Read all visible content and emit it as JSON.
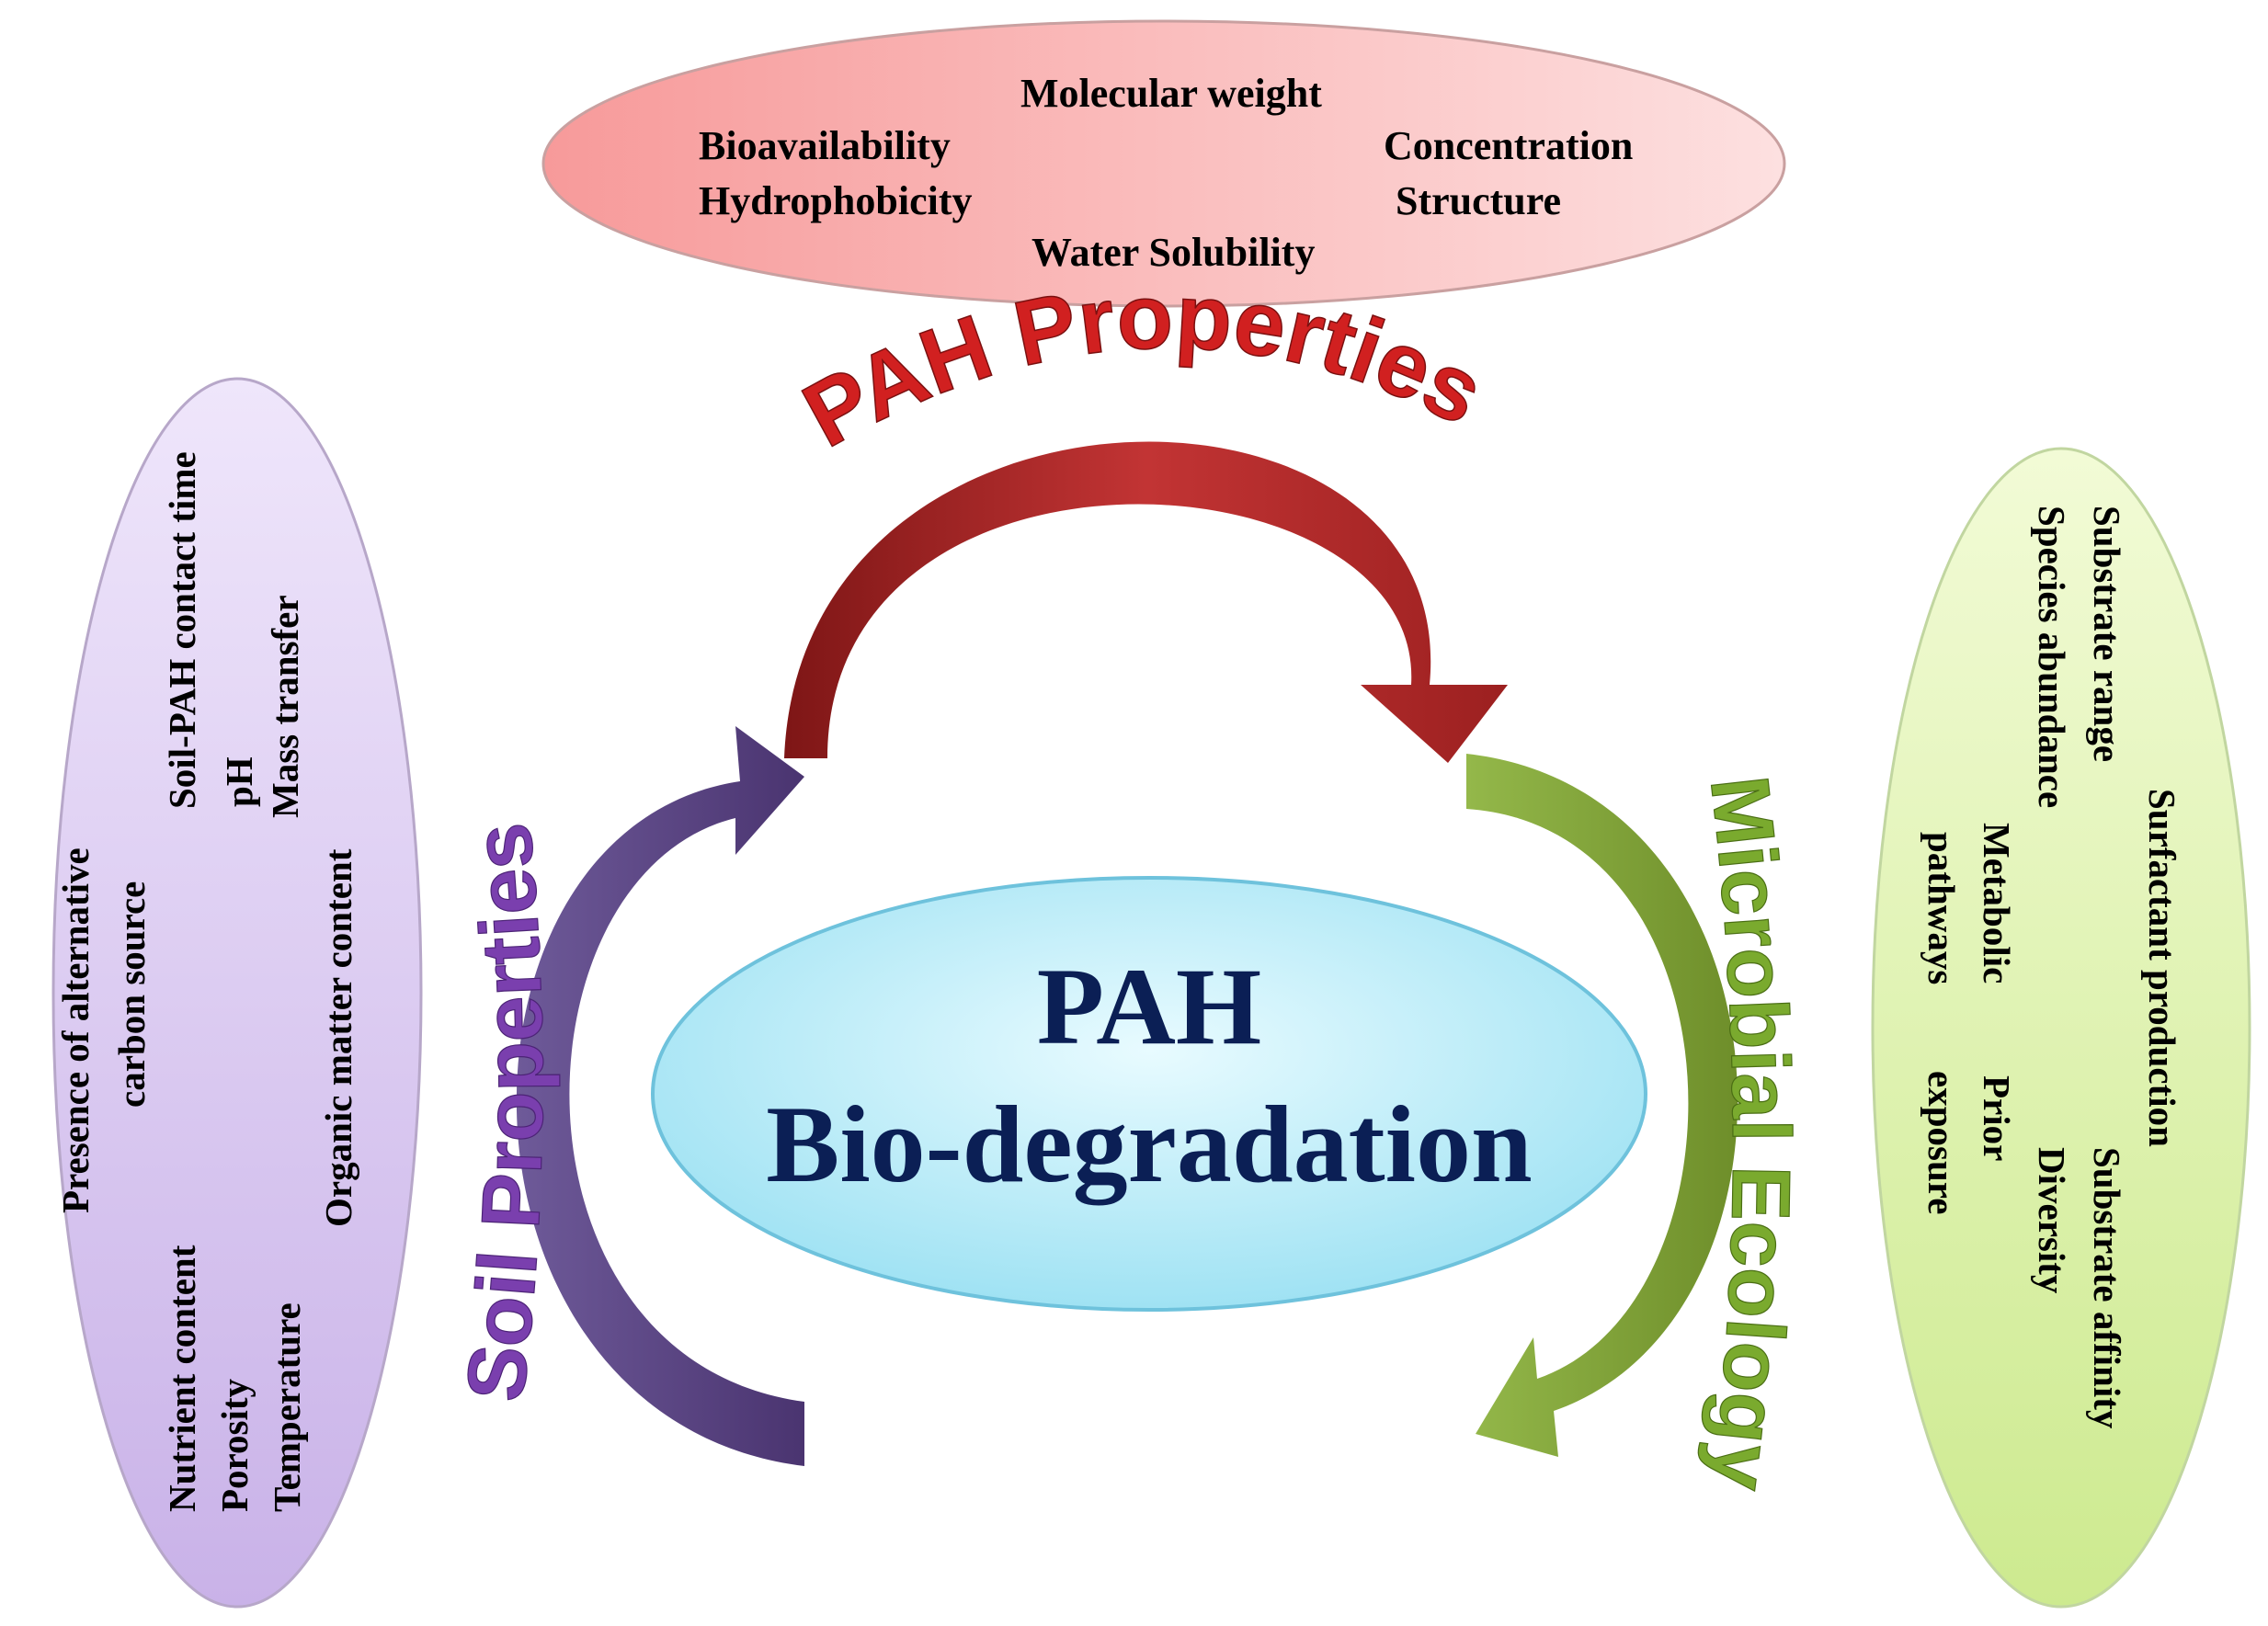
{
  "center": {
    "line1": "PAH",
    "line2": "Bio-degradation",
    "fill_color": "#bfeefa",
    "text_color": "#0b1f55"
  },
  "pah_properties": {
    "title": "PAH Properties",
    "title_color": "#d12020",
    "arrow_color": "#b42a2a",
    "ellipse_color": "#f9b5b5",
    "items": [
      "Molecular weight",
      "Bioavailability",
      "Concentration",
      "Hydrophobicity",
      "Structure",
      "Water Solubility"
    ]
  },
  "soil_properties": {
    "title": "Soil Properties",
    "title_color": "#7a3fae",
    "arrow_color": "#5f4a86",
    "ellipse_color": "#dccbf0",
    "items": [
      "Presence of alternative",
      "carbon source",
      "Soil-PAH contact time",
      "pH",
      "Mass transfer",
      "Nutrient content",
      "Porosity",
      "Temperature",
      "Organic matter content"
    ]
  },
  "microbial_ecology": {
    "title": "Microbial Ecology",
    "title_color": "#7aaa2e",
    "arrow_color": "#86a83a",
    "ellipse_color": "#e4f5b6",
    "items": [
      "Surfactant production",
      "Substrate affinity",
      "Substrate range",
      "Species abundance",
      "Diversity",
      "Metabolic",
      "pathways",
      "Prior",
      "exposure"
    ]
  }
}
